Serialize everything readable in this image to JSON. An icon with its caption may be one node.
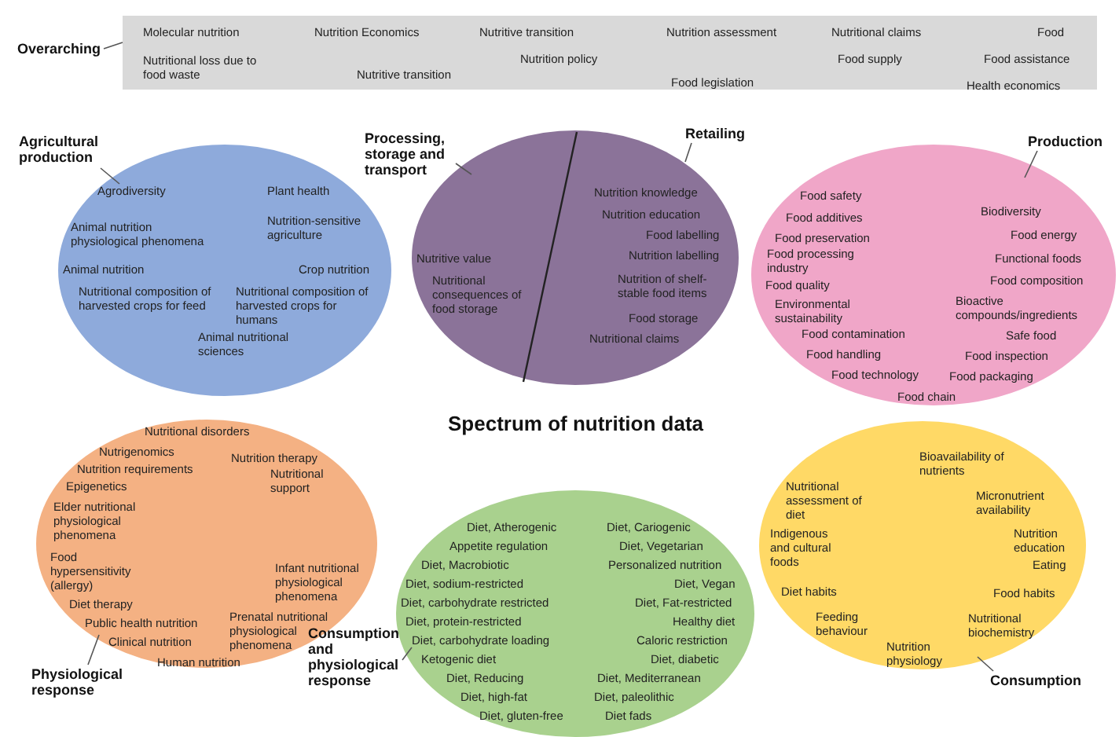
{
  "diagram": {
    "title": "Spectrum of nutrition data",
    "nodes": [
      {
        "text": [
          "Overarching"
        ]
      },
      {
        "text": [
          "Molecular nutrition",
          "Nutrition Economics",
          "Nutritive transition",
          "Nutrition assessment",
          "Nutritional claims",
          "Food",
          "Nutritional loss due to food waste",
          "Nutrition policy",
          "Food supply",
          "Food assistance",
          "Nutritive transition",
          "Food legislation",
          "Health economics"
        ]
      },
      {
        "text": [
          "Agricultural production"
        ]
      },
      {
        "text": [
          "Agrodiversity",
          "Plant health",
          "Animal nutrition physiological phenomena",
          "Nutrition-sensitive agriculture",
          "Animal nutrition",
          "Crop nutrition",
          "Nutritional composition of harvested crops for feed",
          "Nutritional composition of harvested crops for humans",
          "Animal nutritional sciences"
        ]
      },
      {
        "text": [
          "Processing, storage and transport"
        ]
      },
      {
        "text": [
          "Retailing"
        ]
      },
      {
        "text": [
          "Nutritive value",
          "Nutritional consequences of food storage",
          "Nutrition knowledge",
          "Nutrition education",
          "Food labelling",
          "Nutrition labelling",
          "Nutrition of shelf-stable food items",
          "Food storage",
          "Nutritional claims"
        ]
      },
      {
        "text": [
          "Production"
        ]
      },
      {
        "text": [
          "Food safety",
          "Food additives",
          "Food preservation",
          "Food processing industry",
          "Food quality",
          "Environmental sustainability",
          "Food contamination",
          "Food handling",
          "Food technology",
          "Food chain",
          "Biodiversity",
          "Food energy",
          "Functional foods",
          "Food composition",
          "Bioactive compounds/ingredients",
          "Safe food",
          "Food inspection",
          "Food packaging"
        ]
      },
      {
        "text": [
          "Nutritional disorders",
          "Nutrigenomics",
          "Nutrition requirements",
          "Epigenetics",
          "Nutrition therapy",
          "Nutritional support",
          "Elder nutritional physiological phenomena",
          "Food hypersensitivity (allergy)",
          "Infant nutritional physiological phenomena",
          "Diet therapy",
          "Public health nutrition",
          "Clinical nutrition",
          "Prenatal nutritional physiological phenomena",
          "Human nutrition"
        ]
      },
      {
        "text": [
          "Physiological response"
        ]
      },
      {
        "text": [
          "Consumption and physiological response"
        ]
      },
      {
        "text": [
          "Diet, Atherogenic",
          "Appetite regulation",
          "Diet, Macrobiotic",
          "Diet, sodium-restricted",
          "Diet, carbohydrate restricted",
          "Diet, protein-restricted",
          "Diet, carbohydrate loading",
          "Ketogenic diet",
          "Diet, Reducing",
          "Diet, high-fat",
          "Diet, gluten-free",
          "Diet, Cariogenic",
          "Diet, Vegetarian",
          "Personalized nutrition",
          "Diet, Vegan",
          "Diet, Fat-restricted",
          "Healthy diet",
          "Caloric restriction",
          "Diet, diabetic",
          "Diet, Mediterranean",
          "Diet, paleolithic",
          "Diet fads"
        ]
      },
      {
        "text": [
          "Bioavailability of nutrients",
          "Nutritional assessment of diet",
          "Micronutrient availability",
          "Indigenous and cultural foods",
          "Nutrition education",
          "Eating",
          "Diet habits",
          "Food habits",
          "Feeding behaviour",
          "Nutritional biochemistry",
          "Nutrition physiology"
        ]
      },
      {
        "text": [
          "Consumption"
        ]
      }
    ],
    "edges": [
      {
        "from": 0,
        "to": 1,
        "arrow": "none"
      },
      {
        "from": 2,
        "to": 3,
        "arrow": "none"
      },
      {
        "from": 4,
        "to": 6,
        "arrow": "none"
      },
      {
        "from": 5,
        "to": 6,
        "arrow": "none"
      },
      {
        "from": 7,
        "to": 8,
        "arrow": "none"
      },
      {
        "from": 10,
        "to": 9,
        "arrow": "none"
      },
      {
        "from": 11,
        "to": 12,
        "arrow": "none"
      },
      {
        "from": 14,
        "to": 13,
        "arrow": "none"
      }
    ]
  }
}
